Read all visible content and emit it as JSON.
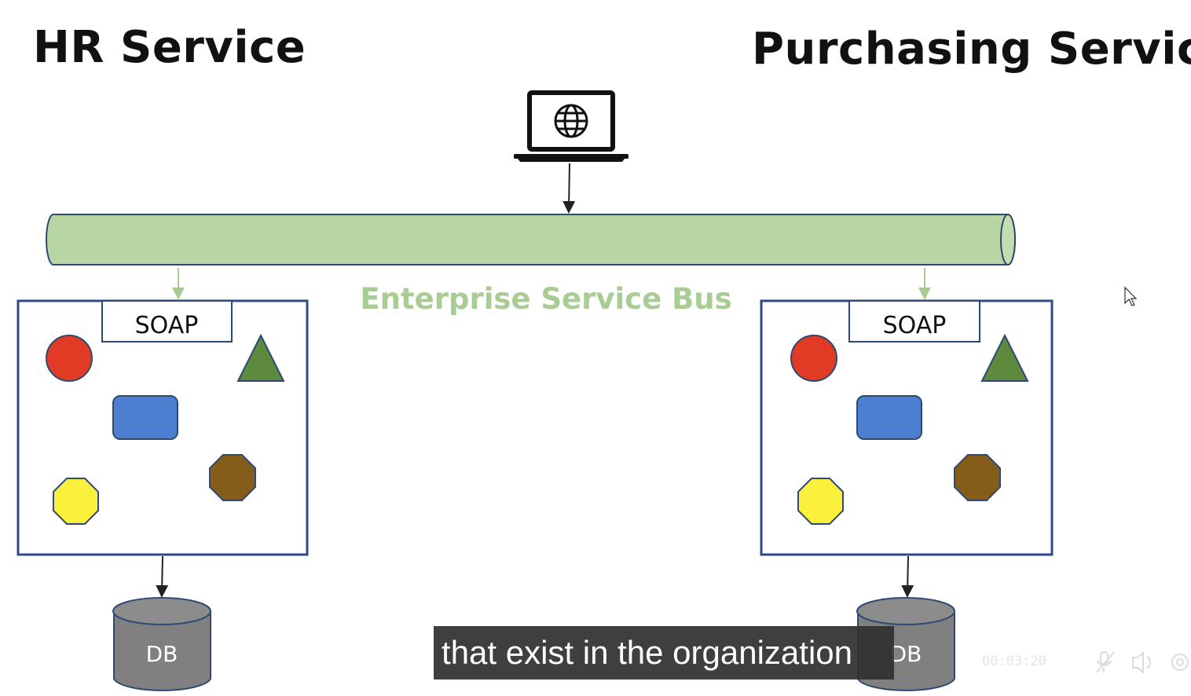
{
  "titles": {
    "left": "HR Service",
    "right": "Purchasing Service"
  },
  "bus": {
    "label": "Enterprise Service Bus",
    "color": "#b8d6a4",
    "label_color": "#a9cc95"
  },
  "client": {
    "icon": "laptop-globe-icon"
  },
  "services": [
    {
      "name": "HR Service",
      "interface": "SOAP",
      "db_label": "DB"
    },
    {
      "name": "Purchasing Service",
      "interface": "SOAP",
      "db_label": "DB"
    }
  ],
  "shapes": [
    {
      "name": "red-circle",
      "color": "#e13b26"
    },
    {
      "name": "green-triangle",
      "color": "#5e8a3e"
    },
    {
      "name": "blue-rounded-rectangle",
      "color": "#4c7fcf"
    },
    {
      "name": "brown-octagon",
      "color": "#855d1a"
    },
    {
      "name": "yellow-octagon",
      "color": "#fbf03c"
    }
  ],
  "video": {
    "subtitle": "that exist in the organization",
    "timecode": "00:03:20",
    "controls": [
      "microphone-icon",
      "speaker-icon",
      "settings-icon"
    ]
  }
}
